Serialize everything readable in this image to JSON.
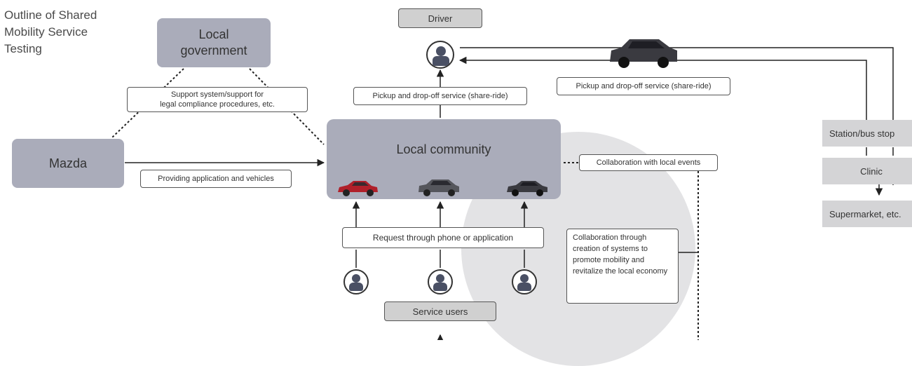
{
  "heading": {
    "line1": "Outline of Shared",
    "line2": "Mobility Service",
    "line3": "Testing"
  },
  "nodes": {
    "local_government": {
      "line1": "Local",
      "line2": "government"
    },
    "mazda": "Mazda",
    "local_community": "Local community",
    "driver": "Driver",
    "service_users": "Service users",
    "destinations": [
      "Station/bus stop",
      "Clinic",
      "Supermarket, etc."
    ]
  },
  "labels": {
    "support_line1": "Support system/support for",
    "support_line2": "legal compliance procedures, etc.",
    "providing": "Providing application and vehicles",
    "pickup_left": "Pickup and drop-off service (share-ride)",
    "pickup_right": "Pickup and drop-off service (share-ride)",
    "collab_events": "Collaboration with local events",
    "request": "Request through phone or application",
    "collab_systems": "Collaboration through creation of systems to promote mobility and revitalize the local economy"
  },
  "icons": {
    "person": "person-icon",
    "car": "car-icon"
  },
  "colors": {
    "node_fill": "#aaacba",
    "circle_fill": "#e3e3e5",
    "person_fill": "#4a5064",
    "car_red": "#b0202a",
    "car_dark": "#3a3a40"
  }
}
